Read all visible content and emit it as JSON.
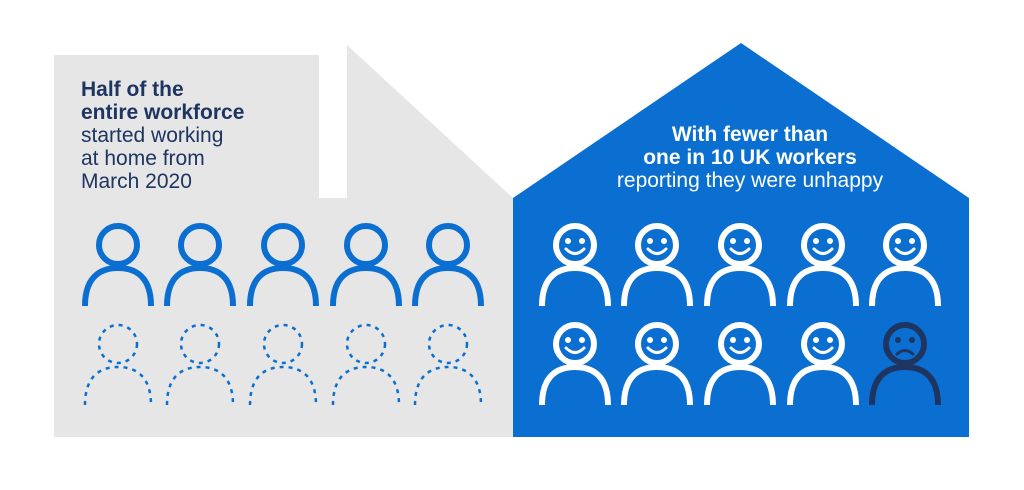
{
  "colors": {
    "left_panel": "#e6e6e6",
    "right_panel": "#0a6fd0",
    "outline_person": "#0a6fd0",
    "happy_person": "#ffffff",
    "unhappy_person": "#1f3561",
    "dark_text": "#1f3561"
  },
  "left": {
    "bold_lines": [
      "Half of the",
      "entire workforce"
    ],
    "regular_lines": [
      "started working",
      "at home from",
      "March 2020"
    ],
    "solid_people_count": 5,
    "dashed_people_count": 5
  },
  "right": {
    "bold_lines": [
      "With fewer than",
      "one in 10 UK workers"
    ],
    "regular_lines": [
      "reporting they were unhappy"
    ],
    "happy_people_count": 9,
    "unhappy_people_count": 1
  }
}
